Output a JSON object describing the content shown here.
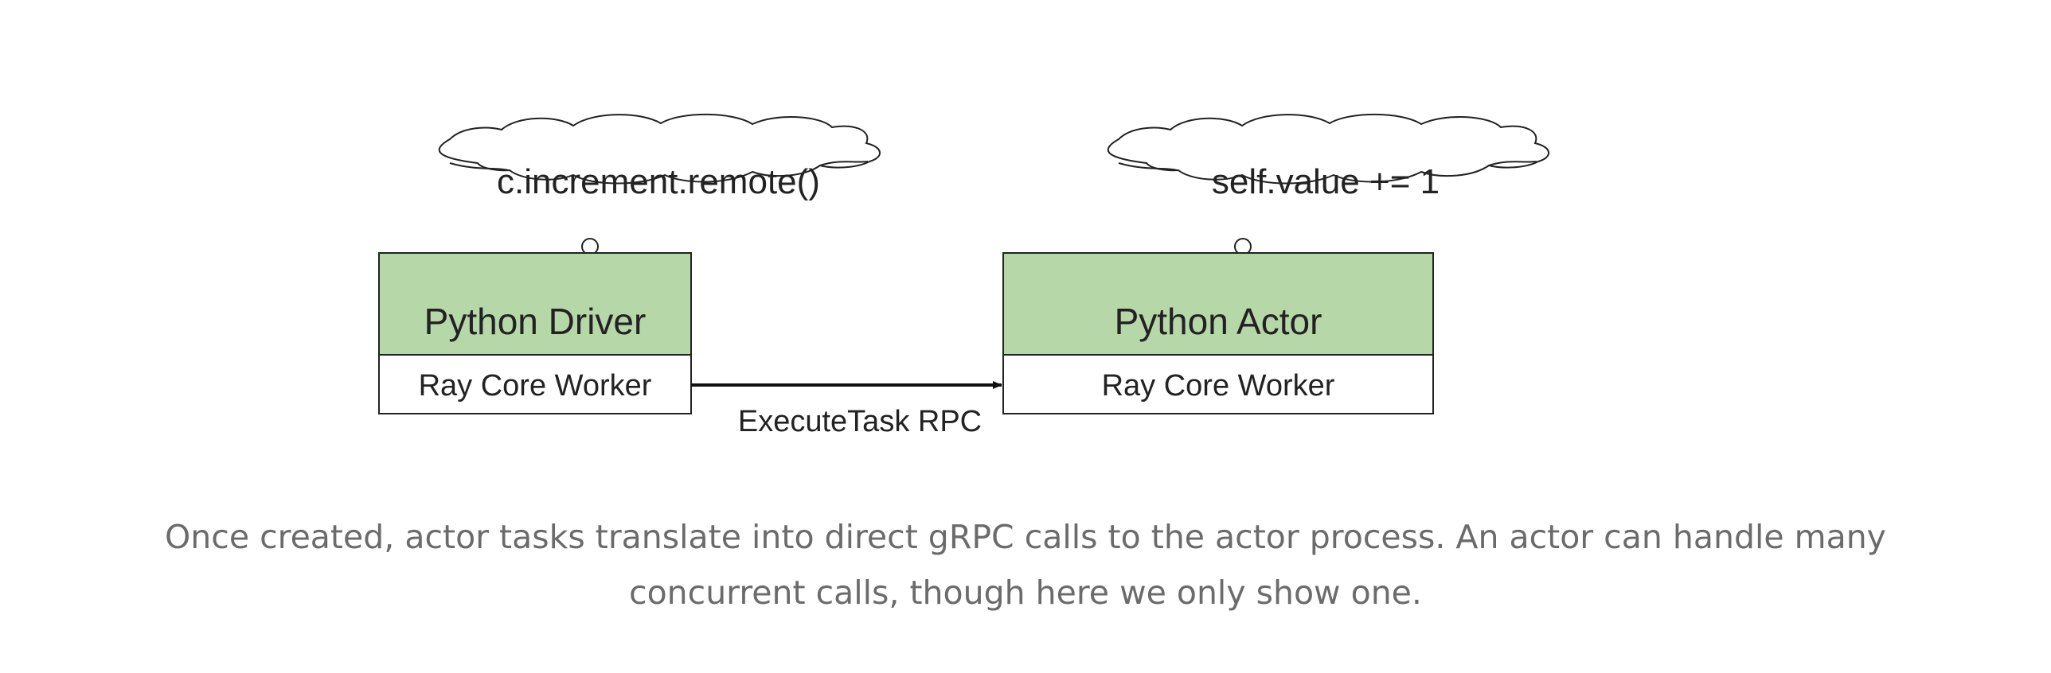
{
  "diagram": {
    "driver": {
      "process_label": "Python Driver",
      "worker_label": "Ray Core Worker",
      "thought": "c.increment.remote()"
    },
    "actor": {
      "process_label": "Python Actor",
      "worker_label": "Ray Core Worker",
      "thought": "self.value += 1"
    },
    "arrow_label": "ExecuteTask RPC",
    "colors": {
      "process_fill": "#b6d7a8",
      "worker_fill": "#ffffff",
      "stroke": "#222222",
      "caption_text": "#6b6b6b"
    }
  },
  "caption": {
    "line1": "Once created, actor tasks translate into direct gRPC calls to the actor process. An actor can handle many",
    "line2": "concurrent calls, though here we only show one."
  }
}
